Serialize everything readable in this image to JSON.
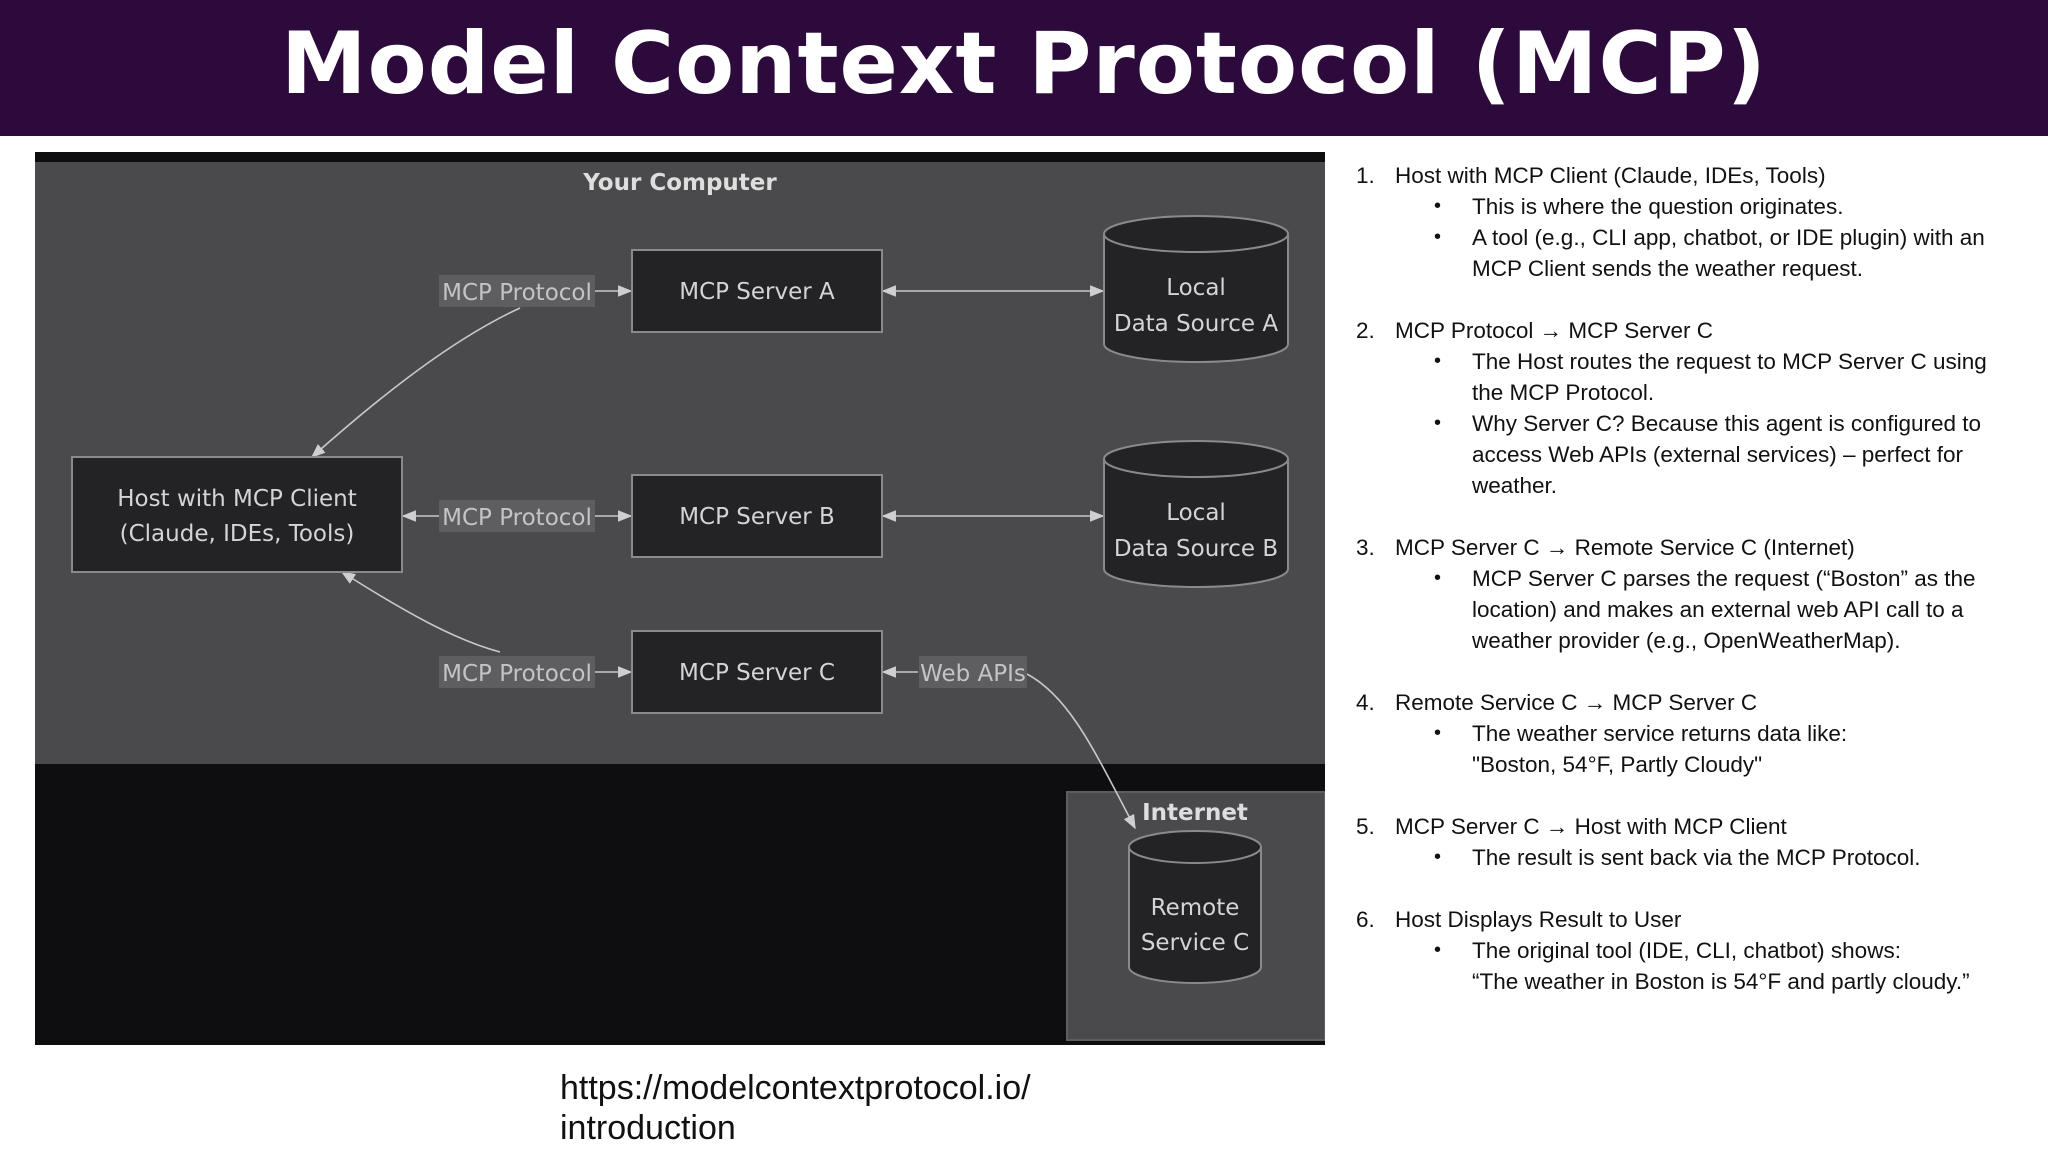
{
  "title": "Model Context Protocol (MCP)",
  "diagram": {
    "your_computer_label": "Your Computer",
    "internet_label": "Internet",
    "host": {
      "line1": "Host with MCP Client",
      "line2": "(Claude, IDEs, Tools)"
    },
    "server_a": "MCP Server A",
    "server_b": "MCP Server B",
    "server_c": "MCP Server C",
    "source_a": {
      "line1": "Local",
      "line2": "Data Source A"
    },
    "source_b": {
      "line1": "Local",
      "line2": "Data Source B"
    },
    "remote_c": {
      "line1": "Remote",
      "line2": "Service C"
    },
    "protocol_label": "MCP Protocol",
    "web_apis_label": "Web APIs"
  },
  "steps": [
    {
      "num": "1.",
      "heading": "Host with MCP Client (Claude, IDEs, Tools)",
      "bullets": [
        {
          "lines": [
            "This is where the question originates."
          ]
        },
        {
          "lines": [
            "A tool (e.g., CLI app, chatbot, or IDE plugin) with an MCP Client sends the weather request."
          ]
        }
      ]
    },
    {
      "num": "2.",
      "heading": "MCP Protocol → MCP Server C",
      "bullets": [
        {
          "lines": [
            "The Host routes the request to MCP Server C using the MCP Protocol."
          ]
        },
        {
          "lines": [
            "Why Server C? Because this agent is configured to access Web APIs (external services) – perfect for weather."
          ]
        }
      ]
    },
    {
      "num": "3.",
      "heading": "MCP Server C → Remote Service C (Internet)",
      "bullets": [
        {
          "lines": [
            "MCP Server C parses the request (“Boston” as the location) and makes an external web API call to a weather provider (e.g., OpenWeatherMap)."
          ]
        }
      ]
    },
    {
      "num": "4.",
      "heading": "Remote Service C → MCP Server C",
      "bullets": [
        {
          "lines": [
            "The weather service returns data like:",
            "\"Boston, 54°F, Partly Cloudy\""
          ]
        }
      ]
    },
    {
      "num": "5.",
      "heading": "MCP Server C → Host with MCP Client",
      "bullets": [
        {
          "lines": [
            "The result is sent back via the MCP Protocol."
          ]
        }
      ]
    },
    {
      "num": "6.",
      "heading": "Host Displays Result to User",
      "bullets": [
        {
          "lines": [
            "The original tool (IDE, CLI, chatbot) shows:",
            "“The weather in Boston is 54°F and partly cloudy.”"
          ]
        }
      ]
    }
  ],
  "source_url": "https://modelcontextprotocol.io/introduction"
}
